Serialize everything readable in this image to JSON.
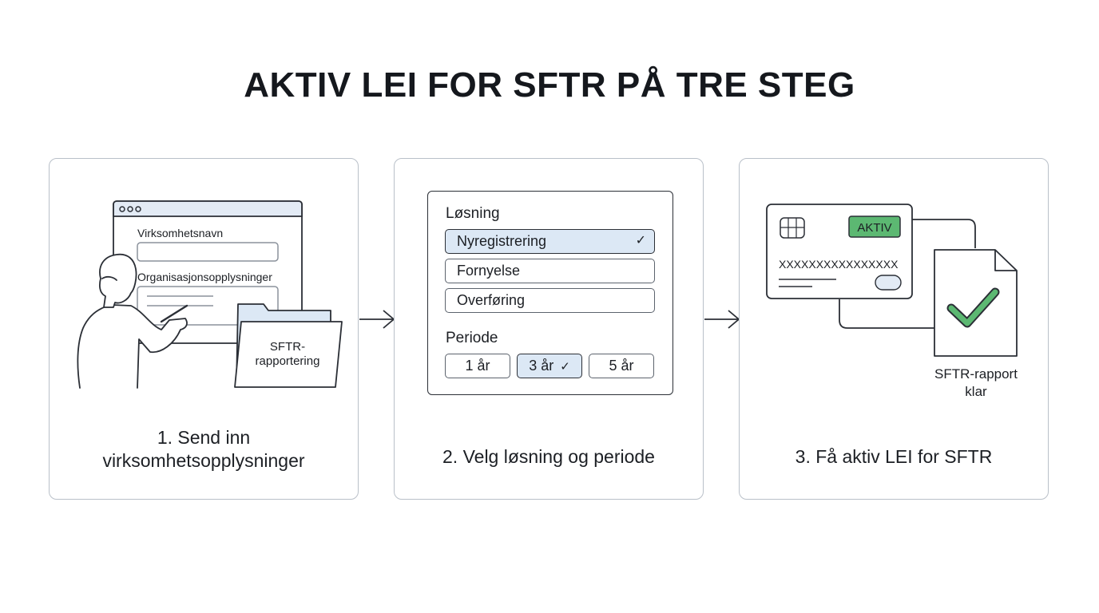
{
  "title": "AKTIV LEI FOR SFTR PÅ TRE STEG",
  "colors": {
    "panel_border": "#b9c0c9",
    "line": "#2b2f36",
    "highlight": "#dce8f5",
    "window_bar": "#e3ebf5",
    "active_badge": "#5cb872",
    "check": "#5cb872"
  },
  "steps": [
    {
      "caption_line1": "1. Send inn",
      "caption_line2": "virksomhetsopplysninger",
      "form": {
        "field1_label": "Virksomhetsnavn",
        "field2_label": "Organisasjonsopplysninger"
      },
      "folder_label_line1": "SFTR-",
      "folder_label_line2": "rapportering",
      "icons": [
        "browser-window-icon",
        "person-writing-icon",
        "folder-icon"
      ]
    },
    {
      "caption": "2. Velg løsning og periode",
      "solution_label": "Løsning",
      "solutions": [
        {
          "label": "Nyregistrering",
          "selected": true
        },
        {
          "label": "Fornyelse",
          "selected": false
        },
        {
          "label": "Overføring",
          "selected": false
        }
      ],
      "period_label": "Periode",
      "periods": [
        {
          "label": "1 år",
          "selected": false
        },
        {
          "label": "3 år",
          "selected": true
        },
        {
          "label": "5 år",
          "selected": false
        }
      ],
      "check_glyph": "✓"
    },
    {
      "caption": "3. Få aktiv LEI for SFTR",
      "card_badge": "AKTIV",
      "card_number": "XXXXXXXXXXXXXXXX",
      "report_label_line1": "SFTR-rapport",
      "report_label_line2": "klar",
      "icons": [
        "lei-card-icon",
        "document-check-icon"
      ]
    }
  ],
  "connector_icons": [
    "arrow-right-icon",
    "arrow-right-icon"
  ]
}
